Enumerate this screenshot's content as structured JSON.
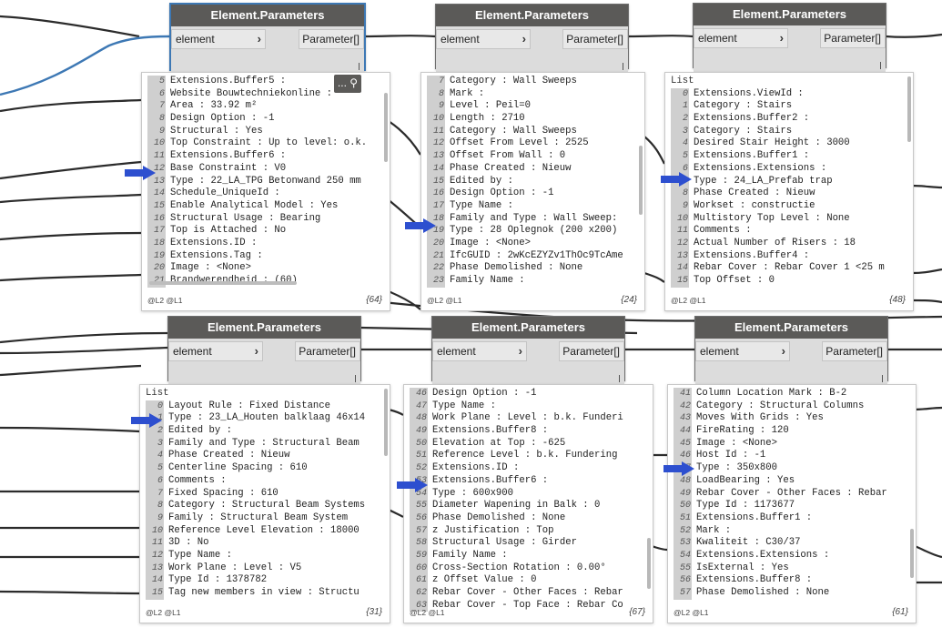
{
  "colors": {
    "wire": "#2b2b2b",
    "selected_wire": "#3d78b4",
    "node_title_bg": "#5b5a58",
    "arrow": "#2d4fcf"
  },
  "nodes": [
    {
      "title": "Element.Parameters",
      "input": "element",
      "output": "Parameter[]"
    },
    {
      "title": "Element.Parameters",
      "input": "element",
      "output": "Parameter[]"
    },
    {
      "title": "Element.Parameters",
      "input": "element",
      "output": "Parameter[]"
    },
    {
      "title": "Element.Parameters",
      "input": "element",
      "output": "Parameter[]"
    },
    {
      "title": "Element.Parameters",
      "input": "element",
      "output": "Parameter[]"
    },
    {
      "title": "Element.Parameters",
      "input": "element",
      "output": "Parameter[]"
    }
  ],
  "toolbar": {
    "dots": "...",
    "pin_icon": "pin-icon"
  },
  "previews": [
    {
      "list_label": "",
      "levels": "@L2 @L1",
      "count": "{64}",
      "rows": [
        {
          "i": "5",
          "t": "Extensions.Buffer5 :"
        },
        {
          "i": "6",
          "t": "Website Bouwtechniekonline :"
        },
        {
          "i": "7",
          "t": "Area : 33.92 m²"
        },
        {
          "i": "8",
          "t": "Design Option : -1"
        },
        {
          "i": "9",
          "t": "Structural : Yes"
        },
        {
          "i": "10",
          "t": "Top Constraint : Up to level: o.k."
        },
        {
          "i": "11",
          "t": "Extensions.Buffer6 :"
        },
        {
          "i": "12",
          "t": "Base Constraint : V0"
        },
        {
          "i": "13",
          "t": "Type : 22_LA_TPG Betonwand 250 mm"
        },
        {
          "i": "14",
          "t": "Schedule_UniqueId :"
        },
        {
          "i": "15",
          "t": "Enable Analytical Model : Yes"
        },
        {
          "i": "16",
          "t": "Structural Usage : Bearing"
        },
        {
          "i": "17",
          "t": "Top is Attached : No"
        },
        {
          "i": "18",
          "t": "Extensions.ID :"
        },
        {
          "i": "19",
          "t": "Extensions.Tag :"
        },
        {
          "i": "20",
          "t": "Image : <None>"
        },
        {
          "i": "21",
          "t": "Brandwerendheid : (60)"
        }
      ]
    },
    {
      "list_label": "",
      "levels": "@L2 @L1",
      "count": "{24}",
      "rows": [
        {
          "i": "7",
          "t": "Category : Wall Sweeps"
        },
        {
          "i": "8",
          "t": "Mark :"
        },
        {
          "i": "9",
          "t": "Level : Peil=0"
        },
        {
          "i": "10",
          "t": "Length : 2710"
        },
        {
          "i": "11",
          "t": "Category : Wall Sweeps"
        },
        {
          "i": "12",
          "t": "Offset From Level : 2525"
        },
        {
          "i": "13",
          "t": "Offset From Wall : 0"
        },
        {
          "i": "14",
          "t": "Phase Created : Nieuw"
        },
        {
          "i": "15",
          "t": "Edited by :"
        },
        {
          "i": "16",
          "t": "Design Option : -1"
        },
        {
          "i": "17",
          "t": "Type Name :"
        },
        {
          "i": "18",
          "t": "Family and Type : Wall Sweep:"
        },
        {
          "i": "19",
          "t": "Type : 28 Oplegnok (200 x200)"
        },
        {
          "i": "20",
          "t": "Image : <None>"
        },
        {
          "i": "21",
          "t": "IfcGUID : 2wKcEZYZv1ThOc9TcAme"
        },
        {
          "i": "22",
          "t": "Phase Demolished : None"
        },
        {
          "i": "23",
          "t": "Family Name :"
        }
      ]
    },
    {
      "list_label": "List",
      "levels": "@L2 @L1",
      "count": "{48}",
      "rows": [
        {
          "i": "0",
          "t": "Extensions.ViewId :"
        },
        {
          "i": "1",
          "t": "Category : Stairs"
        },
        {
          "i": "2",
          "t": "Extensions.Buffer2 :"
        },
        {
          "i": "3",
          "t": "Category : Stairs"
        },
        {
          "i": "4",
          "t": "Desired Stair Height : 3000"
        },
        {
          "i": "5",
          "t": "Extensions.Buffer1 :"
        },
        {
          "i": "6",
          "t": "Extensions.Extensions :"
        },
        {
          "i": "7",
          "t": "Type : 24_LA_Prefab trap"
        },
        {
          "i": "8",
          "t": "Phase Created : Nieuw"
        },
        {
          "i": "9",
          "t": "Workset : constructie"
        },
        {
          "i": "10",
          "t": "Multistory Top Level : None"
        },
        {
          "i": "11",
          "t": "Comments :"
        },
        {
          "i": "12",
          "t": "Actual Number of Risers : 18"
        },
        {
          "i": "13",
          "t": "Extensions.Buffer4 :"
        },
        {
          "i": "14",
          "t": "Rebar Cover : Rebar Cover 1 <25 m"
        },
        {
          "i": "15",
          "t": "Top Offset : 0"
        }
      ]
    },
    {
      "list_label": "List",
      "levels": "@L2 @L1",
      "count": "{31}",
      "rows": [
        {
          "i": "0",
          "t": "Layout Rule : Fixed Distance"
        },
        {
          "i": "1",
          "t": "Type : 23_LA_Houten balklaag 46x14"
        },
        {
          "i": "2",
          "t": "Edited by :"
        },
        {
          "i": "3",
          "t": "Family and Type : Structural Beam"
        },
        {
          "i": "4",
          "t": "Phase Created : Nieuw"
        },
        {
          "i": "5",
          "t": "Centerline Spacing : 610"
        },
        {
          "i": "6",
          "t": "Comments :"
        },
        {
          "i": "7",
          "t": "Fixed Spacing : 610"
        },
        {
          "i": "8",
          "t": "Category : Structural Beam Systems"
        },
        {
          "i": "9",
          "t": "Family : Structural Beam System"
        },
        {
          "i": "10",
          "t": "Reference Level Elevation : 18000"
        },
        {
          "i": "11",
          "t": "3D : No"
        },
        {
          "i": "12",
          "t": "Type Name :"
        },
        {
          "i": "13",
          "t": "Work Plane : Level : V5"
        },
        {
          "i": "14",
          "t": "Type Id : 1378782"
        },
        {
          "i": "15",
          "t": "Tag new members in view : Structu"
        }
      ]
    },
    {
      "list_label": "",
      "levels": "@L2 @L1",
      "count": "{67}",
      "rows": [
        {
          "i": "46",
          "t": "Design Option : -1"
        },
        {
          "i": "47",
          "t": "Type Name :"
        },
        {
          "i": "48",
          "t": "Work Plane : Level : b.k. Funderi"
        },
        {
          "i": "49",
          "t": "Extensions.Buffer8 :"
        },
        {
          "i": "50",
          "t": "Elevation at Top : -625"
        },
        {
          "i": "51",
          "t": "Reference Level : b.k. Fundering"
        },
        {
          "i": "52",
          "t": "Extensions.ID :"
        },
        {
          "i": "53",
          "t": "Extensions.Buffer6 :"
        },
        {
          "i": "54",
          "t": "Type : 600x900"
        },
        {
          "i": "55",
          "t": "Diameter Wapening in Balk : 0"
        },
        {
          "i": "56",
          "t": "Phase Demolished : None"
        },
        {
          "i": "57",
          "t": "z Justification : Top"
        },
        {
          "i": "58",
          "t": "Structural Usage : Girder"
        },
        {
          "i": "59",
          "t": "Family Name :"
        },
        {
          "i": "60",
          "t": "Cross-Section Rotation : 0.00°"
        },
        {
          "i": "61",
          "t": "z Offset Value : 0"
        },
        {
          "i": "62",
          "t": "Rebar Cover - Other Faces : Rebar"
        },
        {
          "i": "63",
          "t": "Rebar Cover - Top Face : Rebar Co"
        }
      ]
    },
    {
      "list_label": "",
      "levels": "@L2 @L1",
      "count": "{61}",
      "rows": [
        {
          "i": "41",
          "t": "Column Location Mark : B-2"
        },
        {
          "i": "42",
          "t": "Category : Structural Columns"
        },
        {
          "i": "43",
          "t": "Moves With Grids : Yes"
        },
        {
          "i": "44",
          "t": "FireRating : 120"
        },
        {
          "i": "45",
          "t": "Image : <None>"
        },
        {
          "i": "46",
          "t": "Host Id : -1"
        },
        {
          "i": "47",
          "t": "Type : 350x800"
        },
        {
          "i": "48",
          "t": "LoadBearing : Yes"
        },
        {
          "i": "49",
          "t": "Rebar Cover - Other Faces : Rebar"
        },
        {
          "i": "50",
          "t": "Type Id : 1173677"
        },
        {
          "i": "51",
          "t": "Extensions.Buffer1 :"
        },
        {
          "i": "52",
          "t": "Mark :"
        },
        {
          "i": "53",
          "t": "Kwaliteit : C30/37"
        },
        {
          "i": "54",
          "t": "Extensions.Extensions :"
        },
        {
          "i": "55",
          "t": "IsExternal : Yes"
        },
        {
          "i": "56",
          "t": "Extensions.Buffer8 :"
        },
        {
          "i": "57",
          "t": "Phase Demolished : None"
        }
      ]
    }
  ]
}
